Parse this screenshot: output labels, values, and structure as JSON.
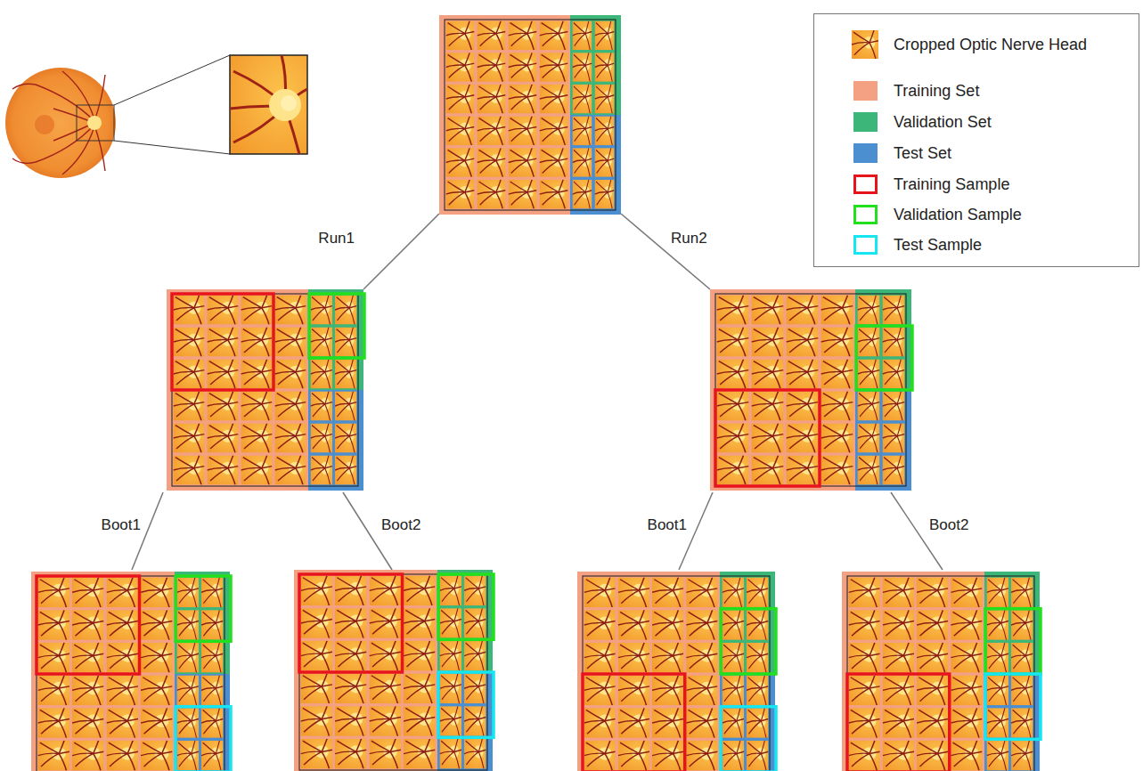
{
  "diagram": {
    "labels": [
      "Run1",
      "Run2",
      "Boot1",
      "Boot2",
      "Boot1",
      "Boot2"
    ],
    "legend": [
      {
        "text": "Cropped Optic Nerve Head"
      },
      {
        "text": "Training Set",
        "color": "#f4a183"
      },
      {
        "text": "Validation Set",
        "color": "#3cb679"
      },
      {
        "text": "Test Set",
        "color": "#4b8fd1"
      },
      {
        "text": "Training Sample"
      },
      {
        "text": "Validation Sample"
      },
      {
        "text": "Test Sample"
      }
    ]
  }
}
